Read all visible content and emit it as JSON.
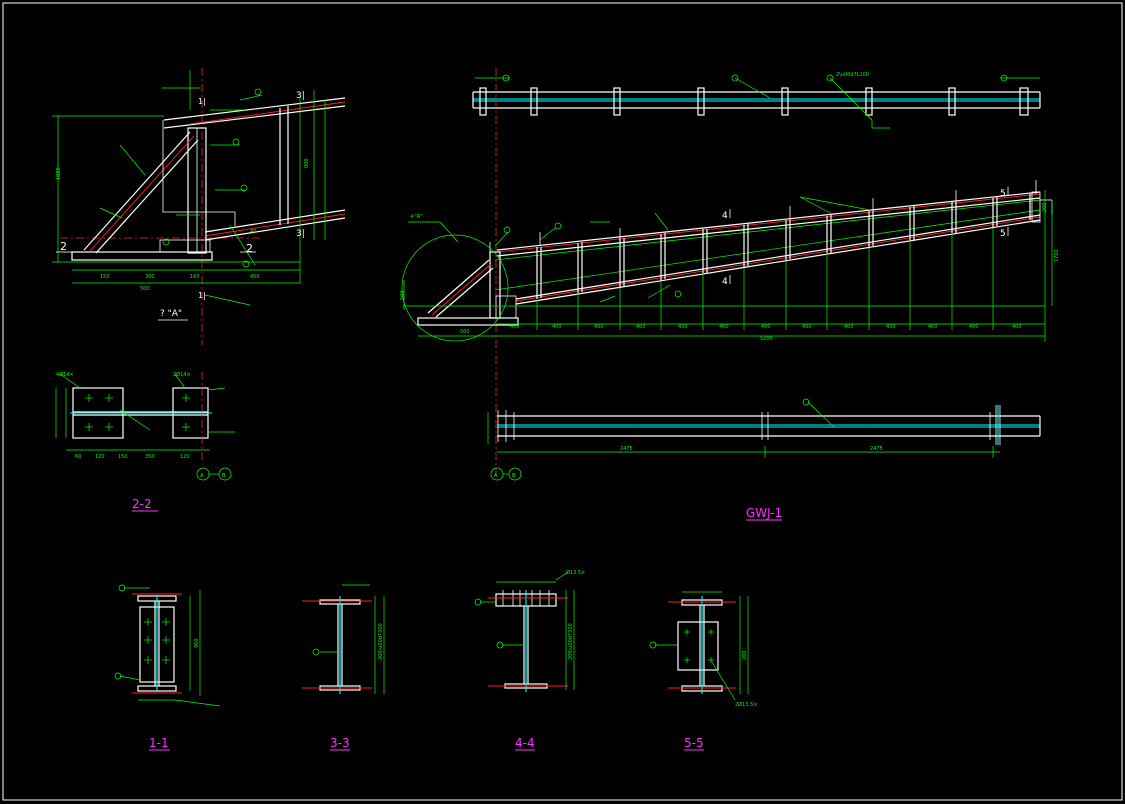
{
  "drawing": {
    "background": "#000000",
    "colors": {
      "member": "#ffffff",
      "dimension": "#00ff00",
      "centerline": "#ff2020",
      "chord": "#00ffff",
      "title": "#ff30ff"
    },
    "views": {
      "detail_a": {
        "label": "? \"A\""
      },
      "section_2_2": {
        "title": "2-2",
        "plates": [
          "4Ø14×",
          "2Ø14×"
        ],
        "axes": [
          "A",
          "B"
        ]
      },
      "elevation": {
        "title": "GWJ-1",
        "circle_label": "④\"A\"",
        "axes": [
          "A",
          "B"
        ],
        "cut_marks": [
          "4",
          "5"
        ]
      },
      "section_1_1": {
        "title": "1-1"
      },
      "section_3_3": {
        "title": "3-3"
      },
      "section_4_4": {
        "title": "4-4",
        "note": "Ø13.5×"
      },
      "section_5_5": {
        "title": "5-5",
        "note": "2Ø13.5×"
      }
    }
  }
}
